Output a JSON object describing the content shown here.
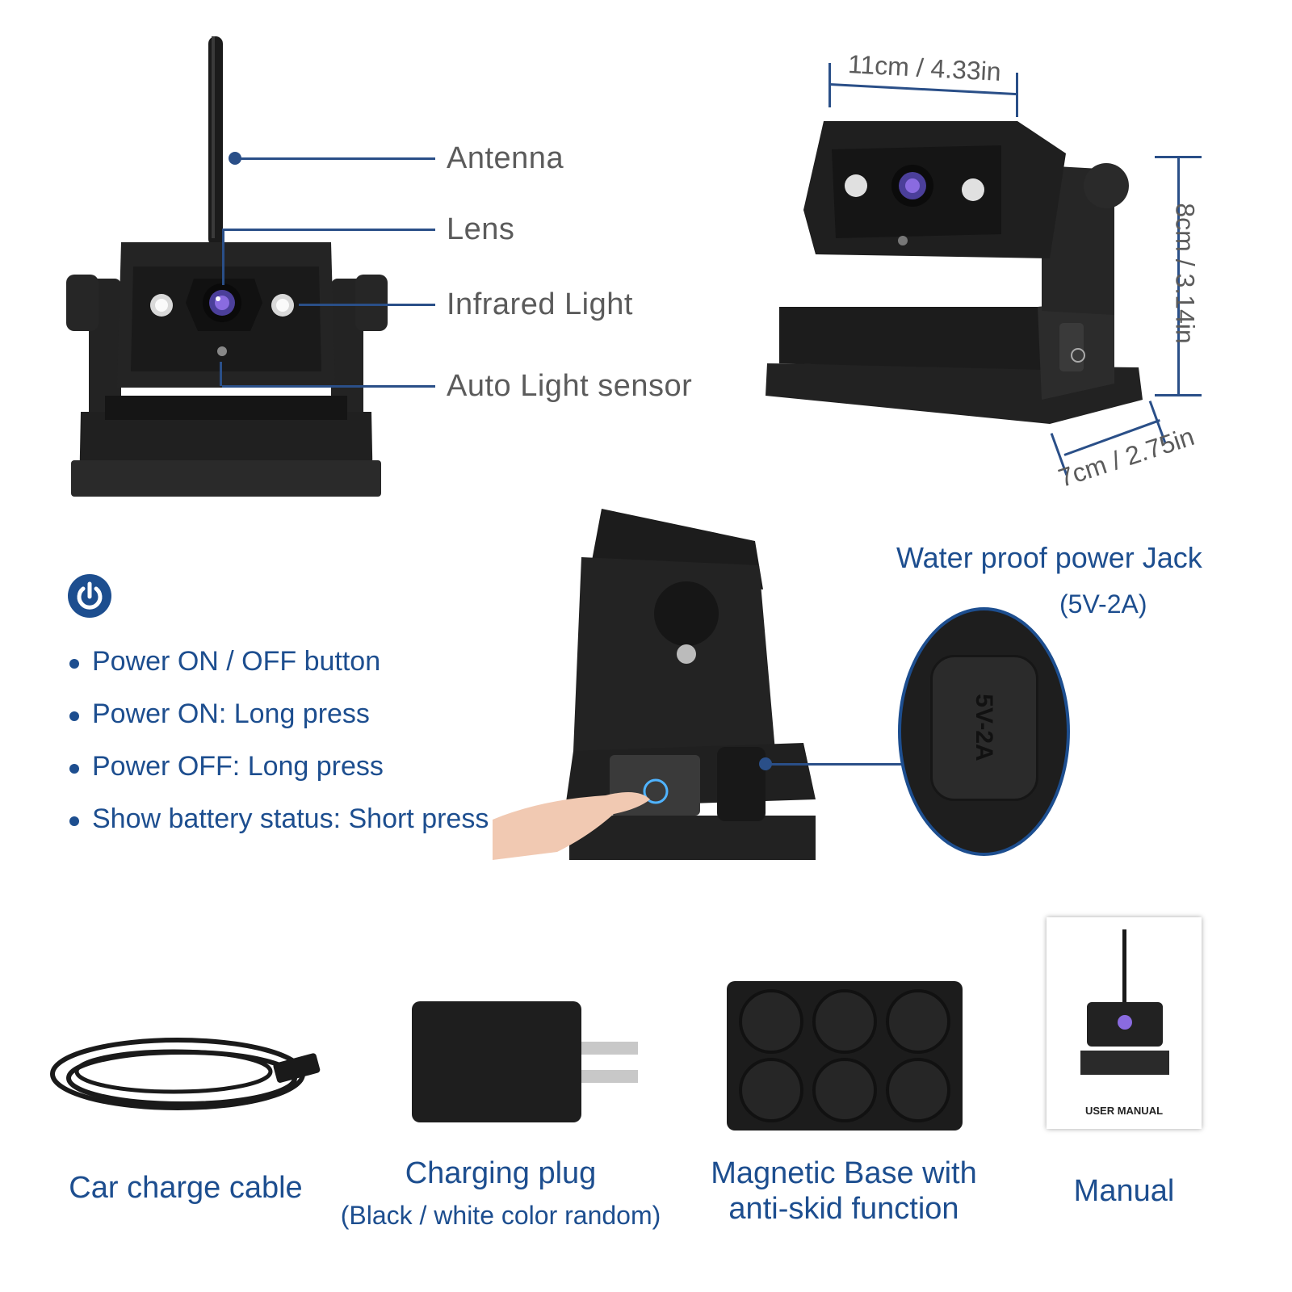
{
  "callouts": {
    "antenna": "Antenna",
    "lens": "Lens",
    "infrared": "Infrared Light",
    "sensor": "Auto Light sensor"
  },
  "dimensions": {
    "width": "11cm / 4.33in",
    "height": "8cm / 3.14in",
    "depth": "7cm / 2.75in"
  },
  "power_jack": {
    "title": "Water proof power Jack",
    "spec": "(5V-2A)",
    "port_label": "5V-2A"
  },
  "power_button": {
    "items": [
      "Power ON / OFF button",
      "Power ON: Long press",
      "Power OFF: Long press",
      "Show battery status: Short press"
    ]
  },
  "accessories": {
    "cable": "Car charge cable",
    "plug": "Charging plug",
    "plug_note": "(Black / white color random)",
    "base_line1": "Magnetic Base with",
    "base_line2": "anti-skid function",
    "manual": "Manual",
    "manual_cover": "USER MANUAL"
  },
  "colors": {
    "accent": "#1d4e8f",
    "leader": "#2a4f88",
    "device": "#1f1f1f"
  }
}
